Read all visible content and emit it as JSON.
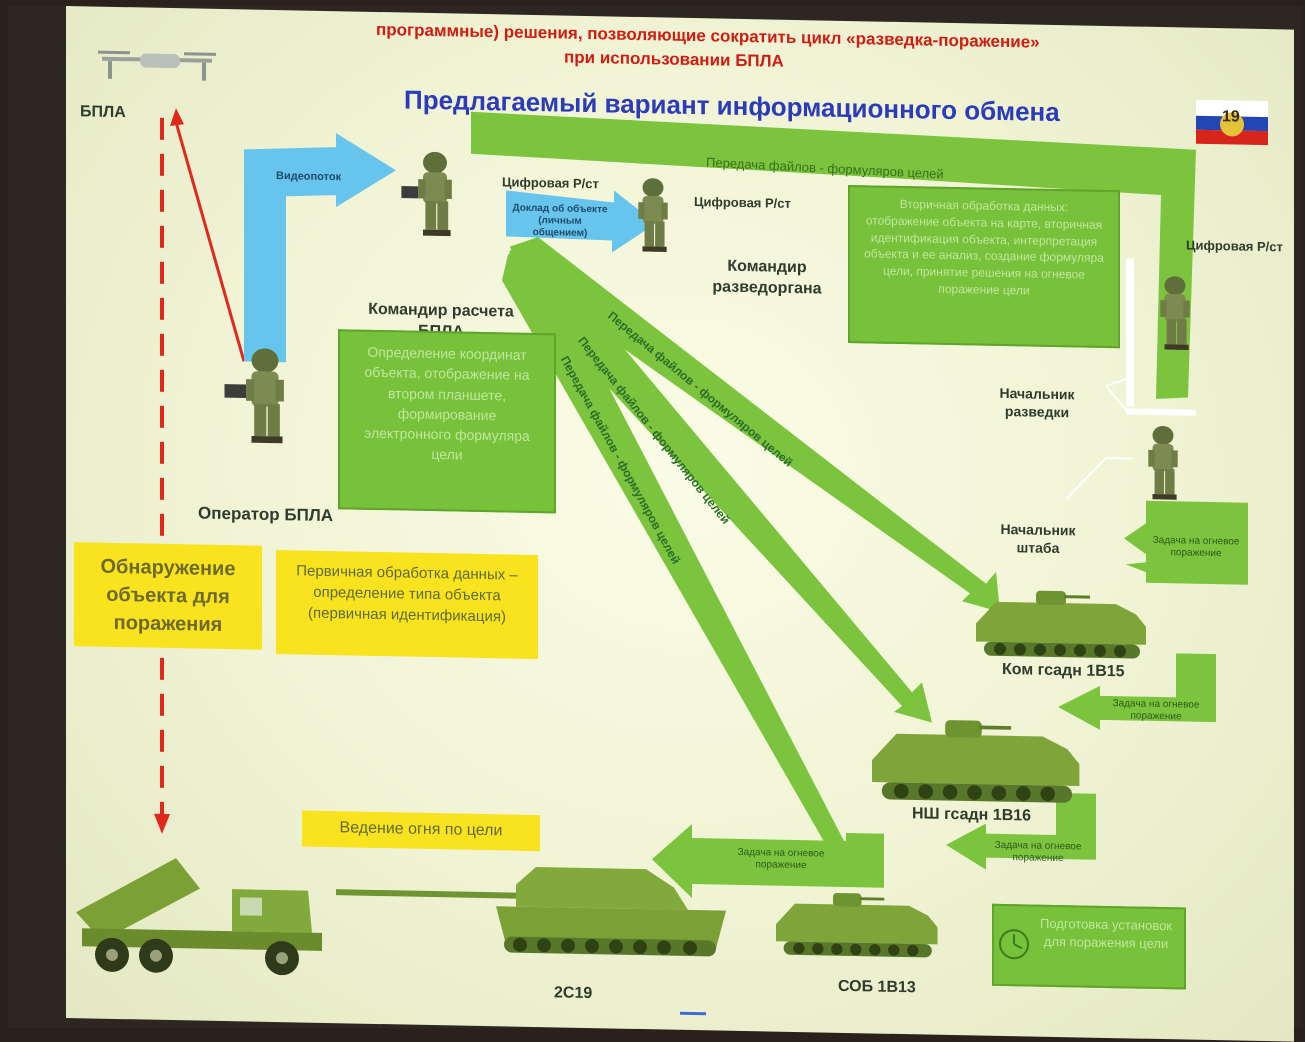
{
  "slide": {
    "header_line_1": "программные) решения, позволяющие сократить цикл «разведка-поражение»",
    "header_line_2": "при использовании БПЛА",
    "title": "Предлагаемый вариант информационного обмена",
    "page_number": "19"
  },
  "roles": {
    "uav": "БПЛА",
    "uav_crew_commander": "Командир расчета БПЛА",
    "uav_operator": "Оператор БПЛА",
    "recon_commander": "Командир разведоргана",
    "head_of_recon": "Начальник разведки",
    "chief_of_staff": "Начальник штаба",
    "digital_radio_1": "Цифровая Р/ст",
    "digital_radio_2": "Цифровая Р/ст",
    "digital_radio_3": "Цифровая Р/ст"
  },
  "vehicles": {
    "kom_gsadn": "Ком гсадн 1В15",
    "nsh_gsadn": "НШ гсадн 1В16",
    "sob": "СОБ 1В13",
    "sau": "2С19"
  },
  "arrows": {
    "video_stream": "Видеопоток",
    "object_report": "Доклад об объекте (личным общением)",
    "file_transfer_top": "Передача файлов - формуляров целей",
    "file_transfer_diag_1": "Передача файлов - формуляров целей",
    "file_transfer_diag_2": "Передача файлов - формуляров целей",
    "file_transfer_diag_3": "Передача файлов - формуляров целей",
    "fire_task_1": "Задача на огневое поражение",
    "fire_task_2": "Задача на огневое поражение",
    "fire_task_3": "Задача на огневое поражение",
    "fire_task_4": "Задача на огневое поражение"
  },
  "boxes": {
    "operator_box": "Определение координат объекта, отображение на втором планшете, формирование электронного формуляра цели",
    "secondary_processing": "Вторичная обработка данных: отображение объекта на карте, вторичная идентификация объекта, интерпретация объекта и ее анализ, создание формуляра цели, принятие решения на огневое поражение цели",
    "primary_processing": "Первичная обработка данных – определение типа объекта (первичная идентификация)",
    "detection": "Обнаружение объекта для поражения",
    "firing": "Ведение огня по цели",
    "preparation": "Подготовка установок для поражения цели"
  },
  "colors": {
    "slide_bg": "#f5f7dd",
    "arrow_green": "#7cc43e",
    "arrow_blue": "#67c4ec",
    "highlight_yellow": "#f8e31e",
    "header_red": "#d21c12",
    "title_blue": "#2c3bb8"
  }
}
